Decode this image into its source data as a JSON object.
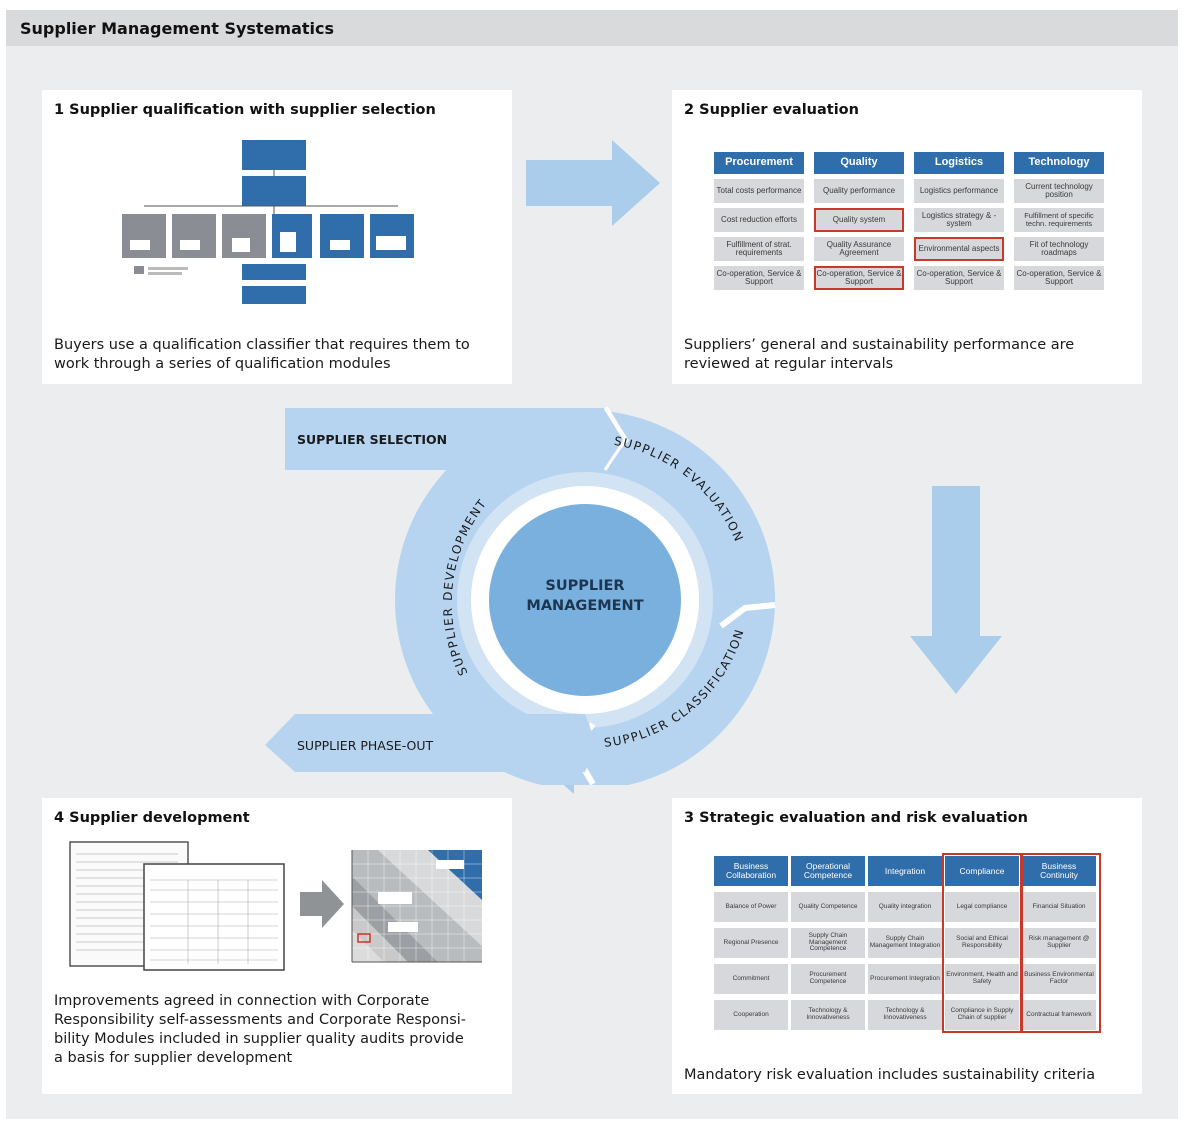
{
  "title": "Supplier Management Systematics",
  "colors": {
    "frame_bg": "#ecedef",
    "arrow": "#a9cdea",
    "cycle_segment": "#b6d4ef",
    "cycle_inner": "#d2e3f3",
    "center": "#79b0de",
    "header_blue": "#2f6eab",
    "highlight_red": "#c8392b"
  },
  "panels": {
    "p1": {
      "title": "1  Supplier qualification with supplier selection",
      "description_lines": [
        "Buyers use a qualification classifier that requires them to",
        "work through a series of qualification modules"
      ]
    },
    "p2": {
      "title": "2  Supplier evaluation",
      "description_lines": [
        "Suppliers’ general and sustainability performance are",
        "reviewed at regular intervals"
      ],
      "headers": [
        "Procurement",
        "Quality",
        "Logistics",
        "Technology"
      ],
      "rows": [
        [
          "Total costs performance",
          "Quality performance",
          "Logistics performance",
          "Current technology position"
        ],
        [
          "Cost reduction efforts",
          "Quality system",
          "Logistics strategy & -system",
          "Fulfillment of specific techn. requirements"
        ],
        [
          "Fulfillment of strat. requirements",
          "Quality Assurance Agreement",
          "Environmental aspects",
          "Fit of technology roadmaps"
        ],
        [
          "Co-operation, Service & Support",
          "Co-operation, Service & Support",
          "Co-operation, Service & Support",
          "Co-operation, Service & Support"
        ]
      ]
    },
    "p3": {
      "title": "3  Strategic evaluation and risk evaluation",
      "description_lines": [
        "Mandatory risk evaluation includes sustainability criteria"
      ],
      "headers": [
        "Business Collaboration",
        "Operational Competence",
        "Integration",
        "Compliance",
        "Business Continuity"
      ],
      "rows": [
        [
          "Balance of Power",
          "Quality Competence",
          "Quality integration",
          "Legal compliance",
          "Financial Situation"
        ],
        [
          "Regional Presence",
          "Supply Chain Management Competence",
          "Supply Chain Management Integration",
          "Social and Ethical Responsibility",
          "Risk management @ Supplier"
        ],
        [
          "Commitment",
          "Procurement Competence",
          "Procurement Integration",
          "Environment, Health and Safety",
          "Business Environmental Factor"
        ],
        [
          "Cooperation",
          "Technology & Innovativeness",
          "Technology & Innovativeness",
          "Compliance in Supply Chain of supplier",
          "Contractual framework"
        ]
      ]
    },
    "p4": {
      "title": "4  Supplier development",
      "description_lines": [
        "Improvements agreed in connection with Corporate",
        "Responsibility self-assessments and Corporate Responsi-",
        "bility Modules included in supplier quality audits provide",
        "a basis for supplier development"
      ]
    }
  },
  "cycle": {
    "center_lines": [
      "SUPPLIER",
      "MANAGEMENT"
    ],
    "selection": "SUPPLIER SELECTION",
    "evaluation": "SUPPLIER EVALUATION",
    "classification": "SUPPLIER CLASSIFICATION",
    "development": "SUPPLIER DEVELOPMENT",
    "phase_out": "SUPPLIER PHASE-OUT"
  },
  "icons": [
    "arrow-right-icon",
    "arrow-down-icon",
    "arrow-left-icon",
    "flowchart-thumbnail",
    "document-thumbnail",
    "matrix-chart-thumbnail"
  ]
}
